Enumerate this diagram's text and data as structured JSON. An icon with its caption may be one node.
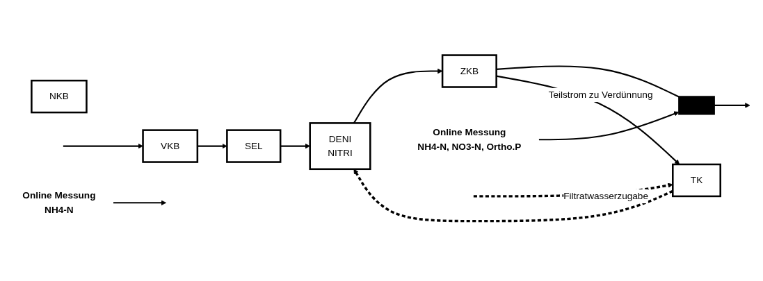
{
  "diagram": {
    "nodes": [
      {
        "text": [
          "VKB"
        ]
      },
      {
        "text": [
          "SEL"
        ]
      },
      {
        "text": [
          "DENI",
          "NITRI"
        ]
      },
      {
        "text": [
          "ZKB"
        ]
      },
      {
        "text": [
          "TK"
        ]
      },
      {
        "text": [
          "NKB"
        ]
      },
      {
        "text": [],
        "shape": "bar"
      },
      {
        "text": [
          "Online Messung",
          "NH4-N"
        ]
      },
      {
        "text": [
          "Online Messung",
          "NH4-N, NO3-N, Ortho.P"
        ]
      }
    ],
    "edges": [
      {
        "from": null,
        "to": 0,
        "arrow": "to"
      },
      {
        "from": 0,
        "to": 1,
        "arrow": "to"
      },
      {
        "from": 1,
        "to": 2,
        "arrow": "to"
      },
      {
        "from": 2,
        "to": 3,
        "arrow": "to"
      },
      {
        "from": 3,
        "to": 6,
        "arrow": "none"
      },
      {
        "from": 3,
        "to": 4,
        "arrow": "to",
        "label": "Teilstrom zu Verdünnung"
      },
      {
        "from": null,
        "to": 4,
        "arrow": "to",
        "style": "dashed",
        "label": "Filtratwasserzugabe"
      },
      {
        "from": 4,
        "to": 2,
        "arrow": "to",
        "style": "dashed"
      },
      {
        "from": 6,
        "to": null,
        "arrow": "to"
      },
      {
        "from": 7,
        "to": null,
        "arrow": "to"
      },
      {
        "from": 8,
        "to": 6,
        "arrow": "to"
      }
    ]
  }
}
